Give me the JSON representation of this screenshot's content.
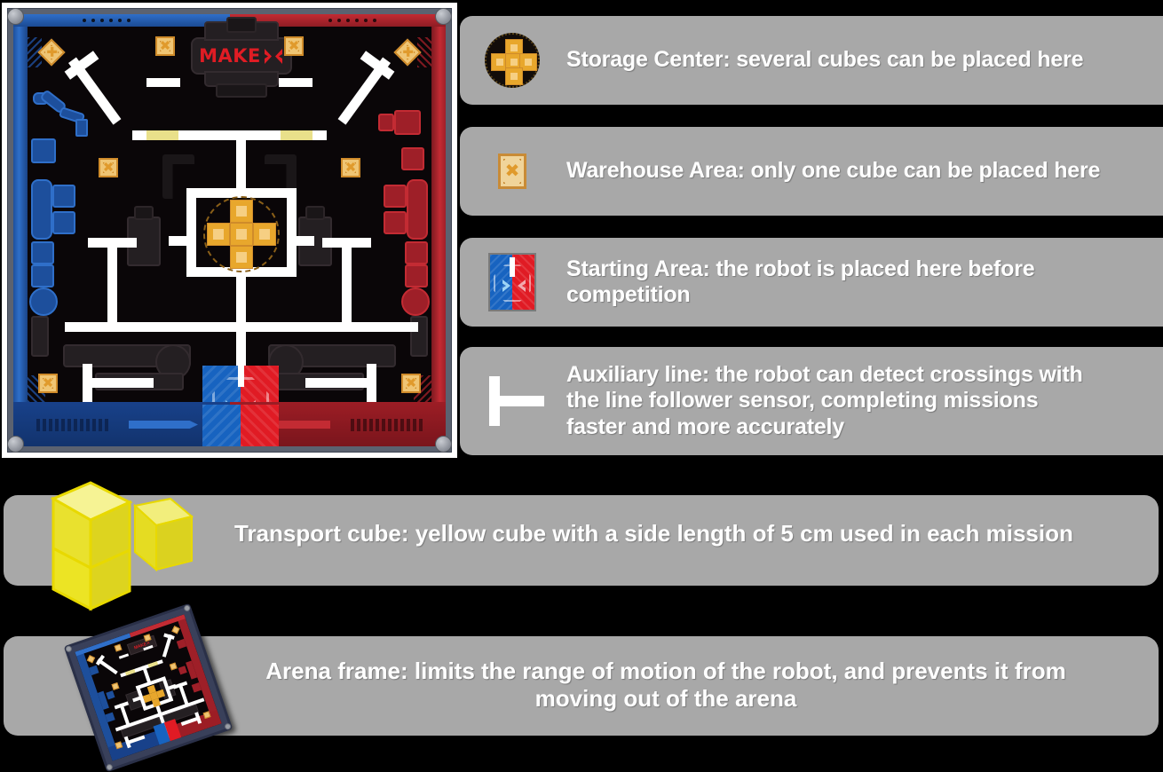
{
  "arena": {
    "name": "MakeX competition arena map",
    "logo_text": "MAKE",
    "logo_mark": "X",
    "teams": {
      "blue": "#1763c0",
      "red": "#e01b24"
    },
    "colors": {
      "background": "#0a0608",
      "line_white": "#ffffff",
      "line_yellow": "#e9e08a",
      "storage_orange": "#e8a72c",
      "warehouse_tan": "#efc574",
      "frame_gray": "#5b6270"
    },
    "markers": {
      "storage_center_label": "Storage Center",
      "warehouse_label": "Warehouse Area",
      "starting_area_label": "Starting Area"
    }
  },
  "legend": {
    "rows": [
      {
        "icon": "storage-center-icon",
        "text": "Storage Center: several cubes can be placed here"
      },
      {
        "icon": "warehouse-area-icon",
        "text": "Warehouse Area: only one cube can be placed here"
      },
      {
        "icon": "starting-area-icon",
        "text": "Starting Area: the robot is placed here before competition"
      },
      {
        "icon": "auxiliary-line-icon",
        "text": "Auxiliary line: the robot can detect crossings with the line follower sensor, completing missions faster and more accurately"
      }
    ]
  },
  "wide_rows": [
    {
      "icon": "transport-cube-icon",
      "text": "Transport cube: yellow cube with a side length of 5 cm used in each mission"
    },
    {
      "icon": "arena-frame-icon",
      "text": "Arena frame: limits the range of motion of the robot, and prevents it from moving out of the arena"
    }
  ],
  "style": {
    "row_background": "#a8a8a8",
    "text_color": "#ffffff",
    "page_background": "#000000"
  }
}
